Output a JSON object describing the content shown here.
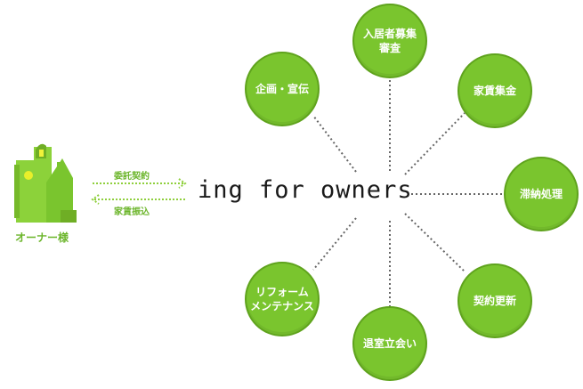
{
  "center": {
    "label": "ing for owners"
  },
  "owner": {
    "label": "オーナー様"
  },
  "flows": {
    "to_center": "委託契約",
    "to_owner": "家賃振込"
  },
  "services": [
    {
      "id": "tenant-screening",
      "label": "入居者募集\n審査"
    },
    {
      "id": "rent-collection",
      "label": "家賃集金"
    },
    {
      "id": "delinquency",
      "label": "滞納処理"
    },
    {
      "id": "contract-renewal",
      "label": "契約更新"
    },
    {
      "id": "move-out",
      "label": "退室立会い"
    },
    {
      "id": "renovation",
      "label": "リフォーム\nメンテナンス"
    },
    {
      "id": "planning",
      "label": "企画・宣伝"
    }
  ],
  "colors": {
    "node_fill": "#7ac52e",
    "node_border": "#5fa31d",
    "accent_text": "#6bb52a",
    "connector": "#666666"
  }
}
